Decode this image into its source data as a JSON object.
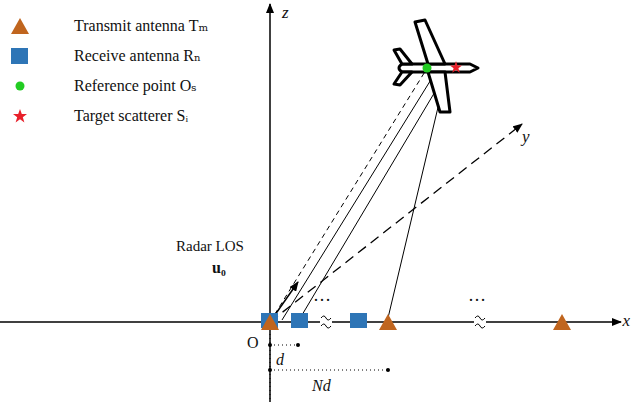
{
  "diagram": {
    "labels": [
      "z",
      "x",
      "y",
      "O",
      "d",
      "Nd",
      "Radar LOS",
      "u₀",
      "…",
      "…"
    ],
    "legend": [
      {
        "text": "Transmit antenna Tₘ"
      },
      {
        "text": "Receive antenna Rₙ"
      },
      {
        "text": "Reference point Oₛ"
      },
      {
        "text": "Target scatterer Sᵢ"
      }
    ]
  }
}
